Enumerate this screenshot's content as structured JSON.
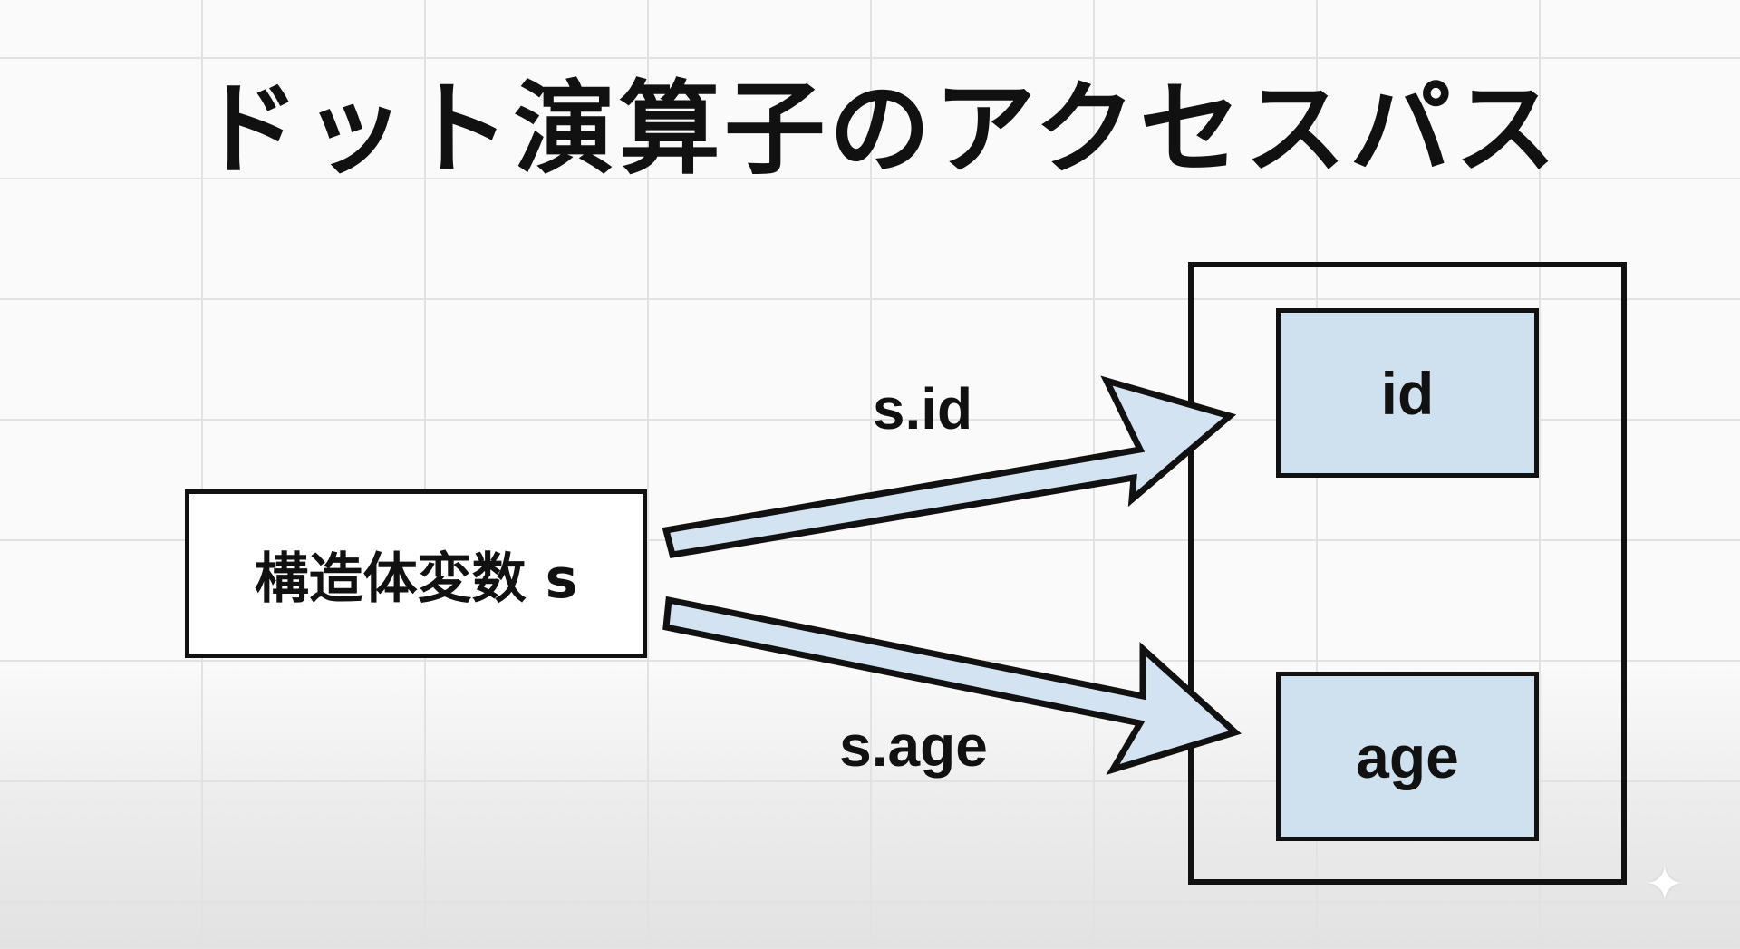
{
  "title": "ドット演算子のアクセスパス",
  "struct_variable": "構造体変数 s",
  "fields": {
    "id": "id",
    "age": "age"
  },
  "arrows": {
    "id_label": "s.id",
    "age_label": "s.age"
  },
  "colors": {
    "field_fill": "#cfe0ef",
    "arrow_fill": "#d3e3f1",
    "stroke": "#111111"
  },
  "icons": {
    "corner": "sparkle-icon"
  }
}
